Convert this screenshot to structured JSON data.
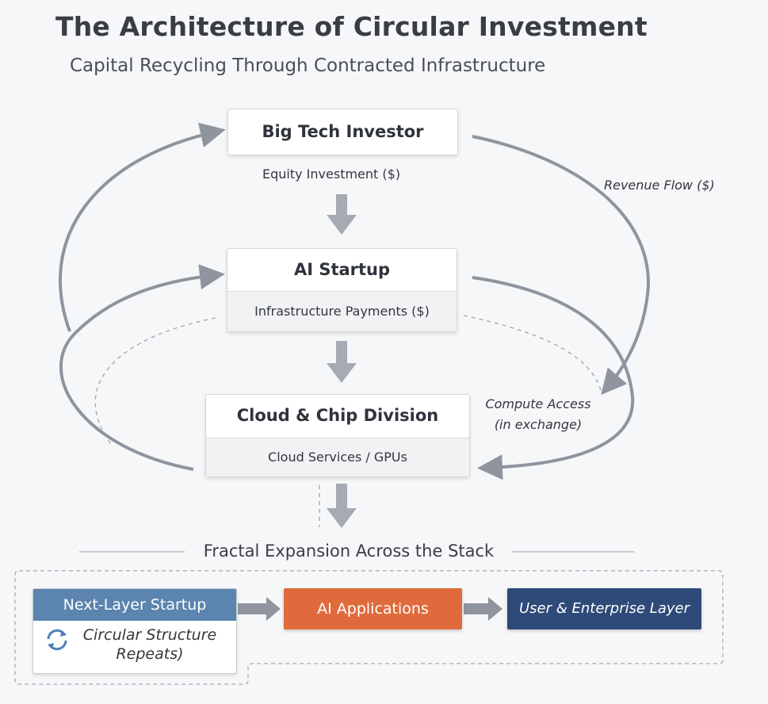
{
  "header": {
    "title": "The Architecture of Circular Investment",
    "subtitle": "Capital Recycling Through Contracted Infrastructure"
  },
  "nodes": {
    "investor": {
      "title": "Big Tech Investor"
    },
    "startup": {
      "title": "AI Startup",
      "sub": "Infrastructure Payments ($)"
    },
    "cloud": {
      "title": "Cloud & Chip Division",
      "sub": "Cloud Services / GPUs"
    }
  },
  "edge_labels": {
    "equity": "Equity Investment ($)",
    "revenue": "Revenue Flow ($)",
    "compute_line1": "Compute Access",
    "compute_line2": "(in exchange)"
  },
  "expansion": {
    "title": "Fractal Expansion Across the Stack",
    "next_layer_title": "Next-Layer Startup",
    "next_layer_body_line1": "Circular Structure",
    "next_layer_body_line2": "Repeats)",
    "ai_apps": "AI Applications",
    "user_layer": "User & Enterprise Layer",
    "refresh_icon": "refresh-icon"
  },
  "colors": {
    "arrow_gray": "#8e959f",
    "next_layer_blue": "#5b84af",
    "ai_apps_orange": "#df6a3c",
    "user_layer_navy": "#2e4a78",
    "refresh_blue": "#4f7fb8"
  }
}
